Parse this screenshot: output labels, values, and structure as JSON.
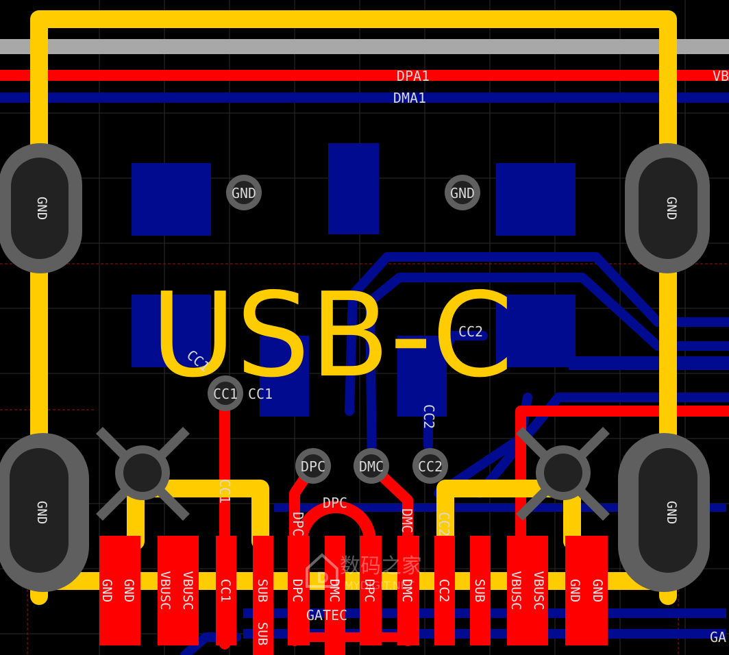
{
  "board": {
    "title": "USB-C",
    "colors": {
      "background": "#000000",
      "grid": "#2a2a2a",
      "silkscreen": "#ffcc00",
      "top_copper": "#ff0000",
      "bottom_copper": "#000b8f",
      "pad_ring": "#5f5f5f",
      "pad_hole": "#222222",
      "wire_gray": "#aaaaaa"
    }
  },
  "nets": {
    "dpa1": "DPA1",
    "dma1": "DMA1",
    "vb_edge": "VB",
    "ga_edge": "GA",
    "gatec": "GATEC",
    "cc2_bottom": "CC2",
    "cc2_vertical": "CC2",
    "cc1_vertical": "CC1",
    "cc1_diag": "CC1",
    "cc1_side": "CC1",
    "dpc_arc": "DPC",
    "dpc_vert": "DPC",
    "dmc_vert": "DMC",
    "cc2_vert2": "CC2"
  },
  "vias": {
    "gnd_left": "GND",
    "gnd_right": "GND",
    "cc1": "CC1",
    "dpc": "DPC",
    "dmc": "DMC",
    "cc2": "CC2"
  },
  "mount_pads": {
    "top_left": "GND",
    "top_right": "GND",
    "bottom_left": "GND",
    "bottom_right": "GND"
  },
  "pin_labels": {
    "p1": "GND",
    "p2": "GND",
    "p3": "VBUSC",
    "p4": "VBUSC",
    "p5": "CC1",
    "p6": "SUB",
    "p7": "SUB",
    "p8": "DPC",
    "p9": "DMC",
    "p10": "DPC",
    "p11": "DMC",
    "p12": "CC2",
    "p13": "SUB",
    "p14": "VBUSC",
    "p15": "VBUSC",
    "p16": "GND",
    "p17": "GND"
  },
  "watermark": {
    "cn": "数码之家",
    "en": "MYDIGIT.NET",
    "logo": "D"
  }
}
